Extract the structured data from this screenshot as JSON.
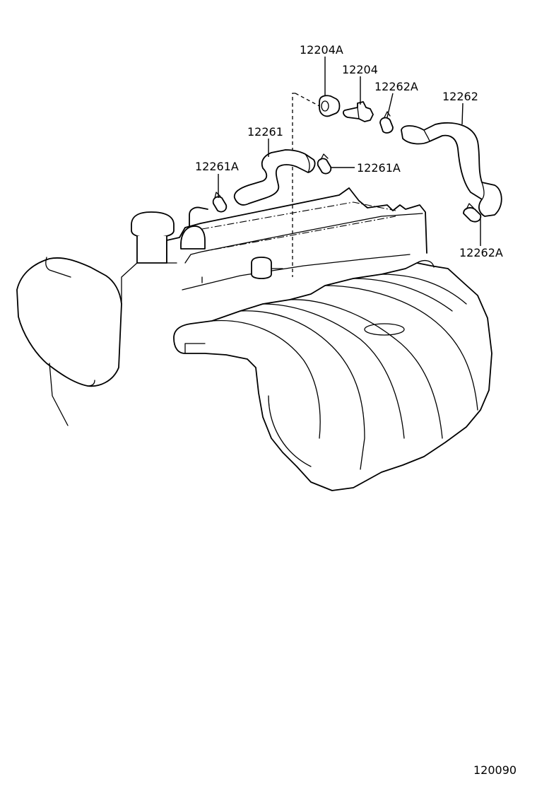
{
  "labels": {
    "p12204A": "12204A",
    "p12204": "12204",
    "p12262A_top": "12262A",
    "p12262": "12262",
    "p12261": "12261",
    "p12261A_left": "12261A",
    "p12261A_right": "12261A",
    "p12262A_bottom": "12262A"
  },
  "figure_number": "120090"
}
